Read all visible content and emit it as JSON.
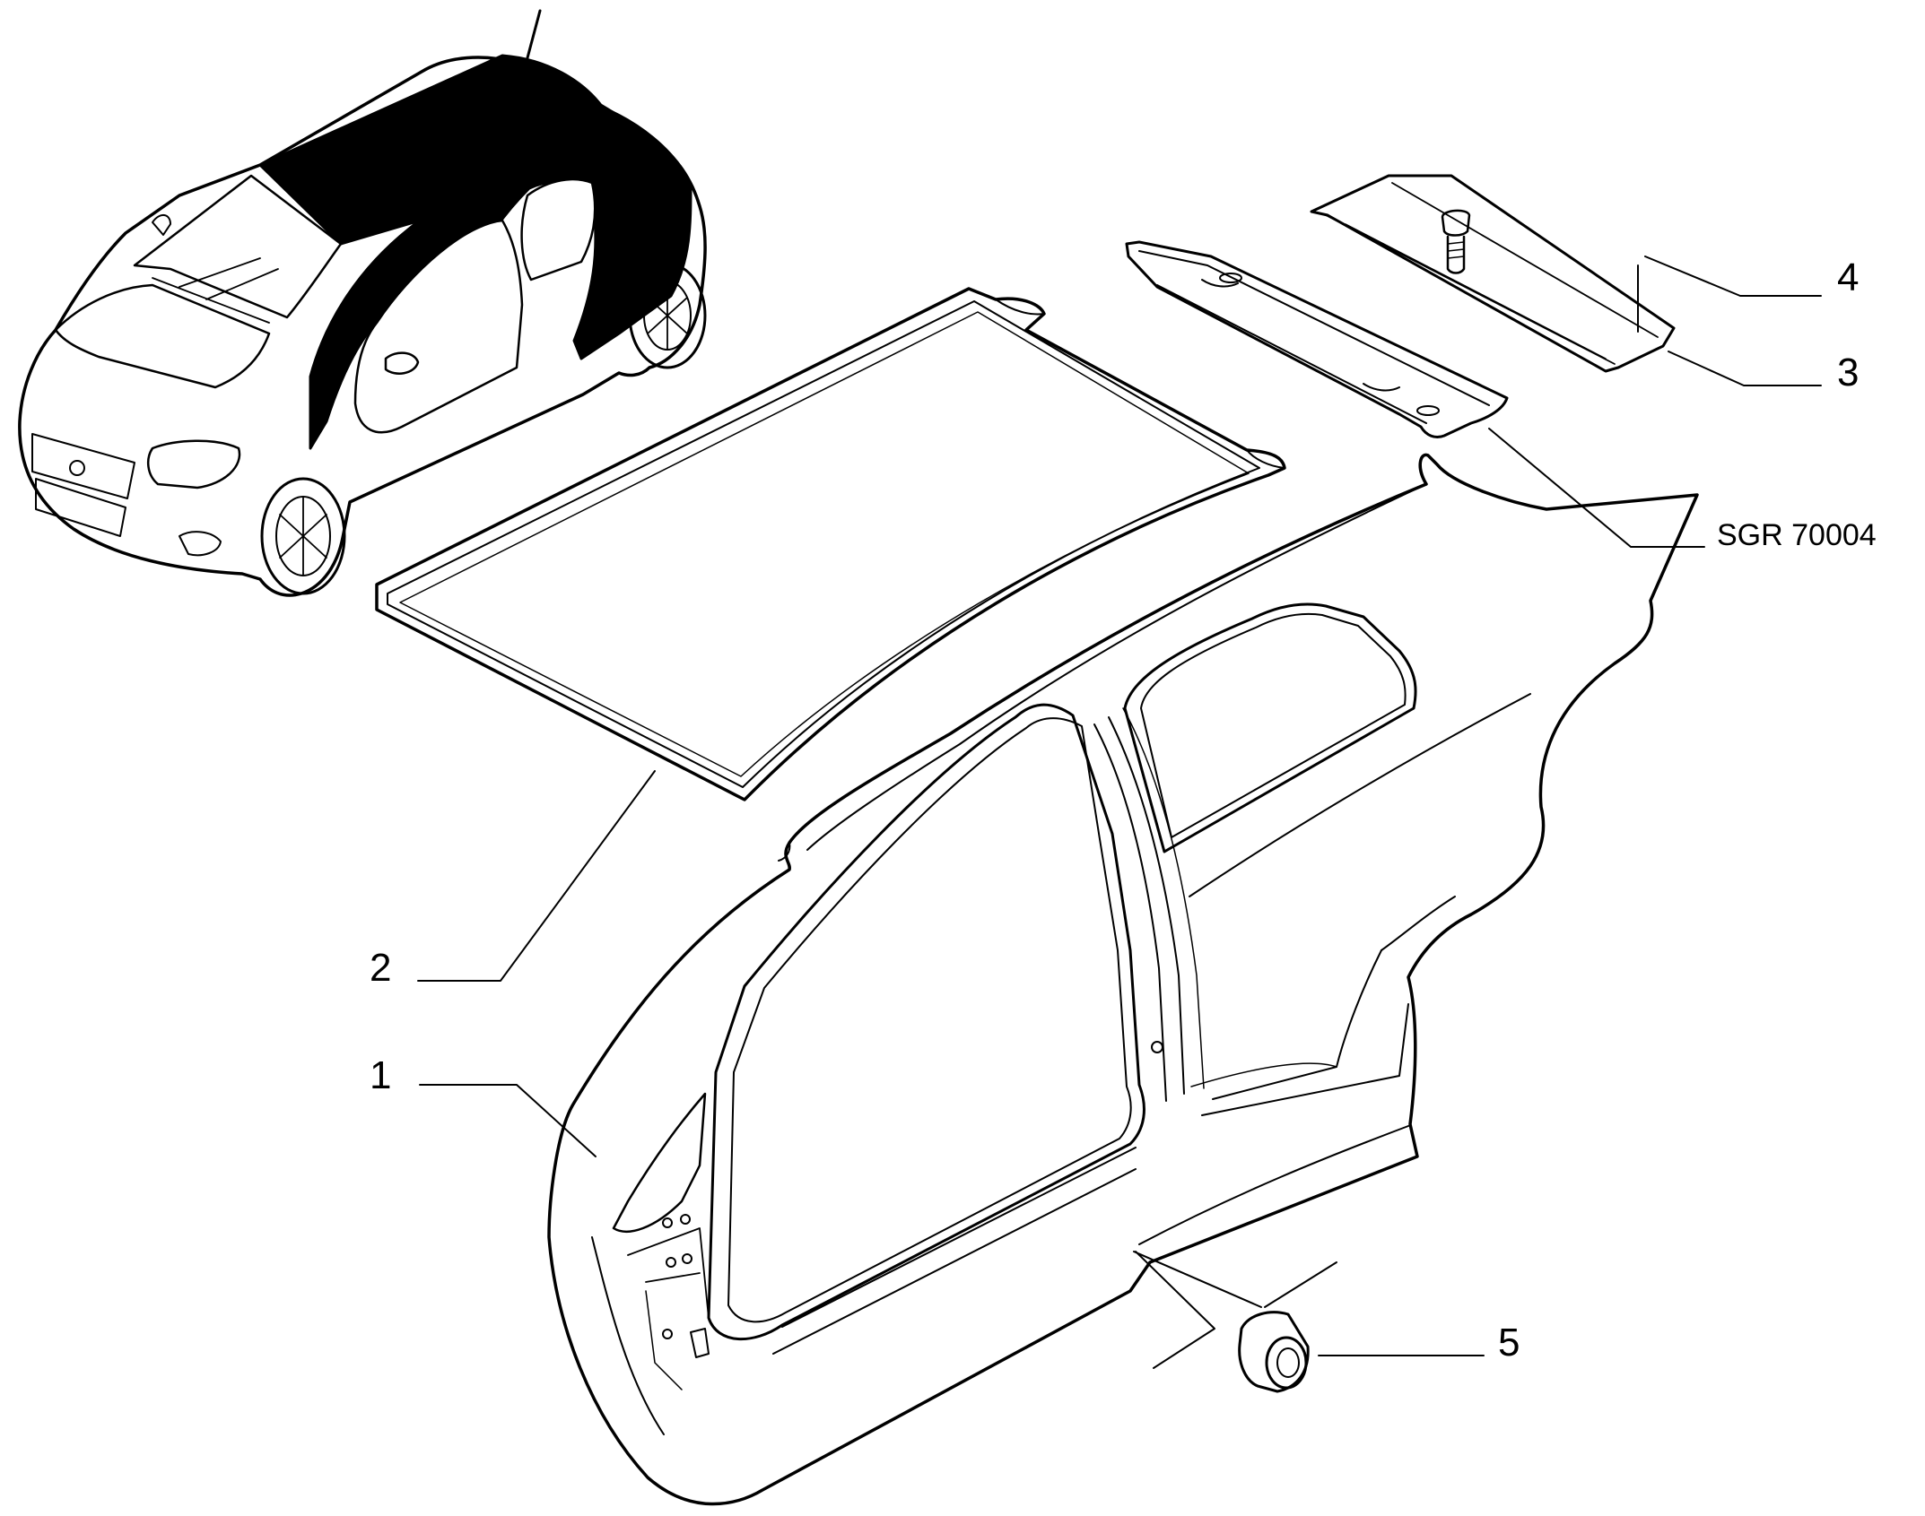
{
  "colors": {
    "ink": "#000000",
    "paper": "#ffffff",
    "body_fill": "#ffffff",
    "dark_panel": "#000000"
  },
  "parts": [
    {
      "id": "1",
      "label": "1",
      "part": "side-panel"
    },
    {
      "id": "2",
      "label": "2",
      "part": "roof-panel"
    },
    {
      "id": "3",
      "label": "3",
      "part": "rear-roof-crossmember"
    },
    {
      "id": "4",
      "label": "4",
      "part": "bolt"
    },
    {
      "id": "5",
      "label": "5",
      "part": "grommet-plug"
    }
  ],
  "reference_code": "SGR 70004"
}
